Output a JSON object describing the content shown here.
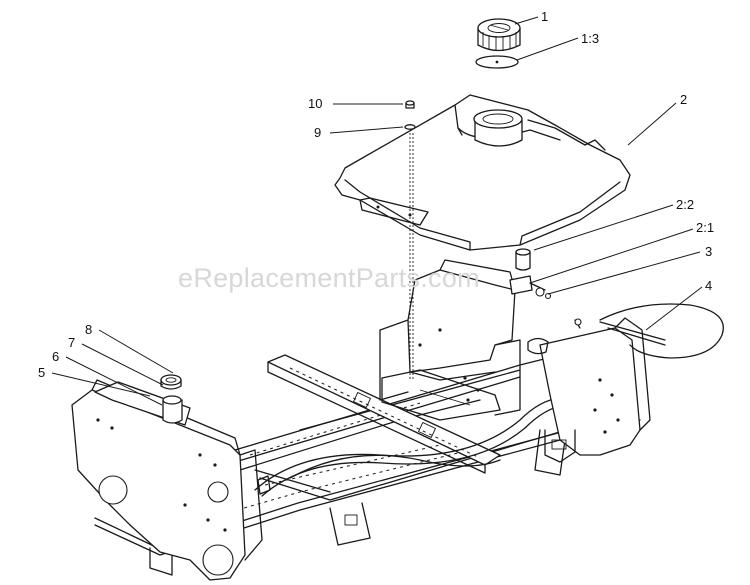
{
  "watermark": "eReplacementParts.com",
  "callouts": [
    {
      "id": "c1",
      "label": "1"
    },
    {
      "id": "c1-3",
      "label": "1:3"
    },
    {
      "id": "c2",
      "label": "2"
    },
    {
      "id": "c2-2",
      "label": "2:2"
    },
    {
      "id": "c2-1",
      "label": "2:1"
    },
    {
      "id": "c3",
      "label": "3"
    },
    {
      "id": "c4",
      "label": "4"
    },
    {
      "id": "c5",
      "label": "5"
    },
    {
      "id": "c6",
      "label": "6"
    },
    {
      "id": "c7",
      "label": "7"
    },
    {
      "id": "c8",
      "label": "8"
    },
    {
      "id": "c9",
      "label": "9"
    },
    {
      "id": "c10",
      "label": "10"
    }
  ],
  "colors": {
    "line": "#1a1a1a",
    "watermark": "#d7d7d7",
    "background": "#ffffff"
  }
}
